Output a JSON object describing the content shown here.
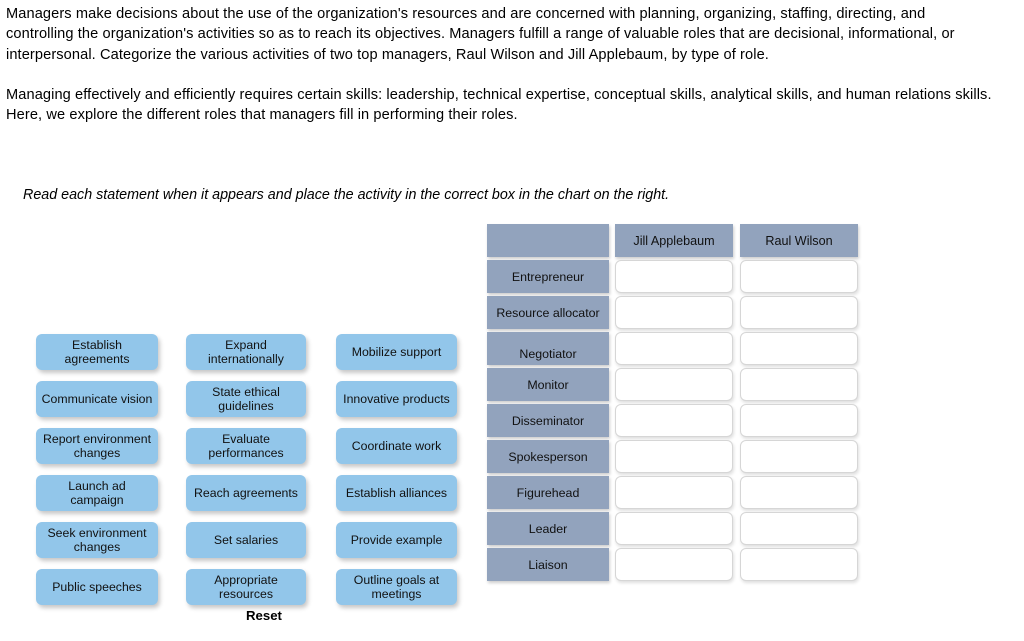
{
  "intro": {
    "paragraph_1": "Managers make decisions about the use of the organization's resources and are concerned with planning, organizing, staffing, directing, and controlling the organization's activities so as to reach its objectives. Managers fulfill a range of valuable roles that are decisional, informational, or interpersonal. Categorize the various activities of two top managers, Raul Wilson and Jill Applebaum, by type of role.",
    "paragraph_2": "Managing effectively and efficiently requires certain skills: leadership, technical expertise, conceptual skills, analytical skills, and human relations skills. Here, we explore the different roles that managers fill in performing their roles."
  },
  "instruction": "Read each statement when it appears and place the activity in the correct box in the chart on the right.",
  "controls": {
    "reset_label": "Reset"
  },
  "colors": {
    "tile_blue": "#92c6ea",
    "header_slate": "#92a3bd",
    "cell_white": "#ffffff",
    "cell_border": "#d6d6d6",
    "text": "#111111",
    "page_background": "#ffffff"
  },
  "tile_columns": [
    {
      "column_index": 0,
      "tiles": [
        {
          "label": "Establish agreements"
        },
        {
          "label": "Communicate vision"
        },
        {
          "label": "Report environment changes"
        },
        {
          "label": "Launch ad campaign"
        },
        {
          "label": "Seek environment changes"
        },
        {
          "label": "Public speeches"
        }
      ]
    },
    {
      "column_index": 1,
      "tiles": [
        {
          "label": "Expand internationally"
        },
        {
          "label": "State ethical guidelines"
        },
        {
          "label": "Evaluate performances"
        },
        {
          "label": "Reach agreements"
        },
        {
          "label": "Set salaries"
        },
        {
          "label": "Appropriate resources"
        }
      ]
    },
    {
      "column_index": 2,
      "tiles": [
        {
          "label": "Mobilize support"
        },
        {
          "label": "Innovative products"
        },
        {
          "label": "Coordinate work"
        },
        {
          "label": "Establish alliances"
        },
        {
          "label": "Provide example"
        },
        {
          "label": "Outline goals at meetings"
        }
      ]
    }
  ],
  "matrix": {
    "corner_label": "",
    "column_headers": [
      {
        "label": "Jill Applebaum"
      },
      {
        "label": "Raul Wilson"
      }
    ],
    "rows": [
      {
        "role": "Entrepreneur",
        "jill_applebaum": "",
        "raul_wilson": ""
      },
      {
        "role": "Resource allocator",
        "jill_applebaum": "",
        "raul_wilson": ""
      },
      {
        "role": "Negotiator",
        "jill_applebaum": "",
        "raul_wilson": ""
      },
      {
        "role": "Monitor",
        "jill_applebaum": "",
        "raul_wilson": ""
      },
      {
        "role": "Disseminator",
        "jill_applebaum": "",
        "raul_wilson": ""
      },
      {
        "role": "Spokesperson",
        "jill_applebaum": "",
        "raul_wilson": ""
      },
      {
        "role": "Figurehead",
        "jill_applebaum": "",
        "raul_wilson": ""
      },
      {
        "role": "Leader",
        "jill_applebaum": "",
        "raul_wilson": ""
      },
      {
        "role": "Liaison",
        "jill_applebaum": "",
        "raul_wilson": ""
      }
    ]
  },
  "layout": {
    "tile_column_left": [
      36,
      186,
      336
    ],
    "tile_column_width": [
      122,
      120,
      121
    ],
    "tile_tops": [
      [
        4,
        51,
        98,
        145,
        192,
        239
      ],
      [
        4,
        51,
        98,
        145,
        192,
        239
      ],
      [
        4,
        51,
        98,
        145,
        192,
        239
      ]
    ],
    "tile_heights": [
      36,
      36,
      36,
      36,
      36,
      36
    ],
    "matrix_header_height": 33,
    "matrix_row_height": 36,
    "matrix_label_width": 122,
    "matrix_cell_lefts": [
      128,
      253
    ],
    "matrix_cell_width": 118
  }
}
